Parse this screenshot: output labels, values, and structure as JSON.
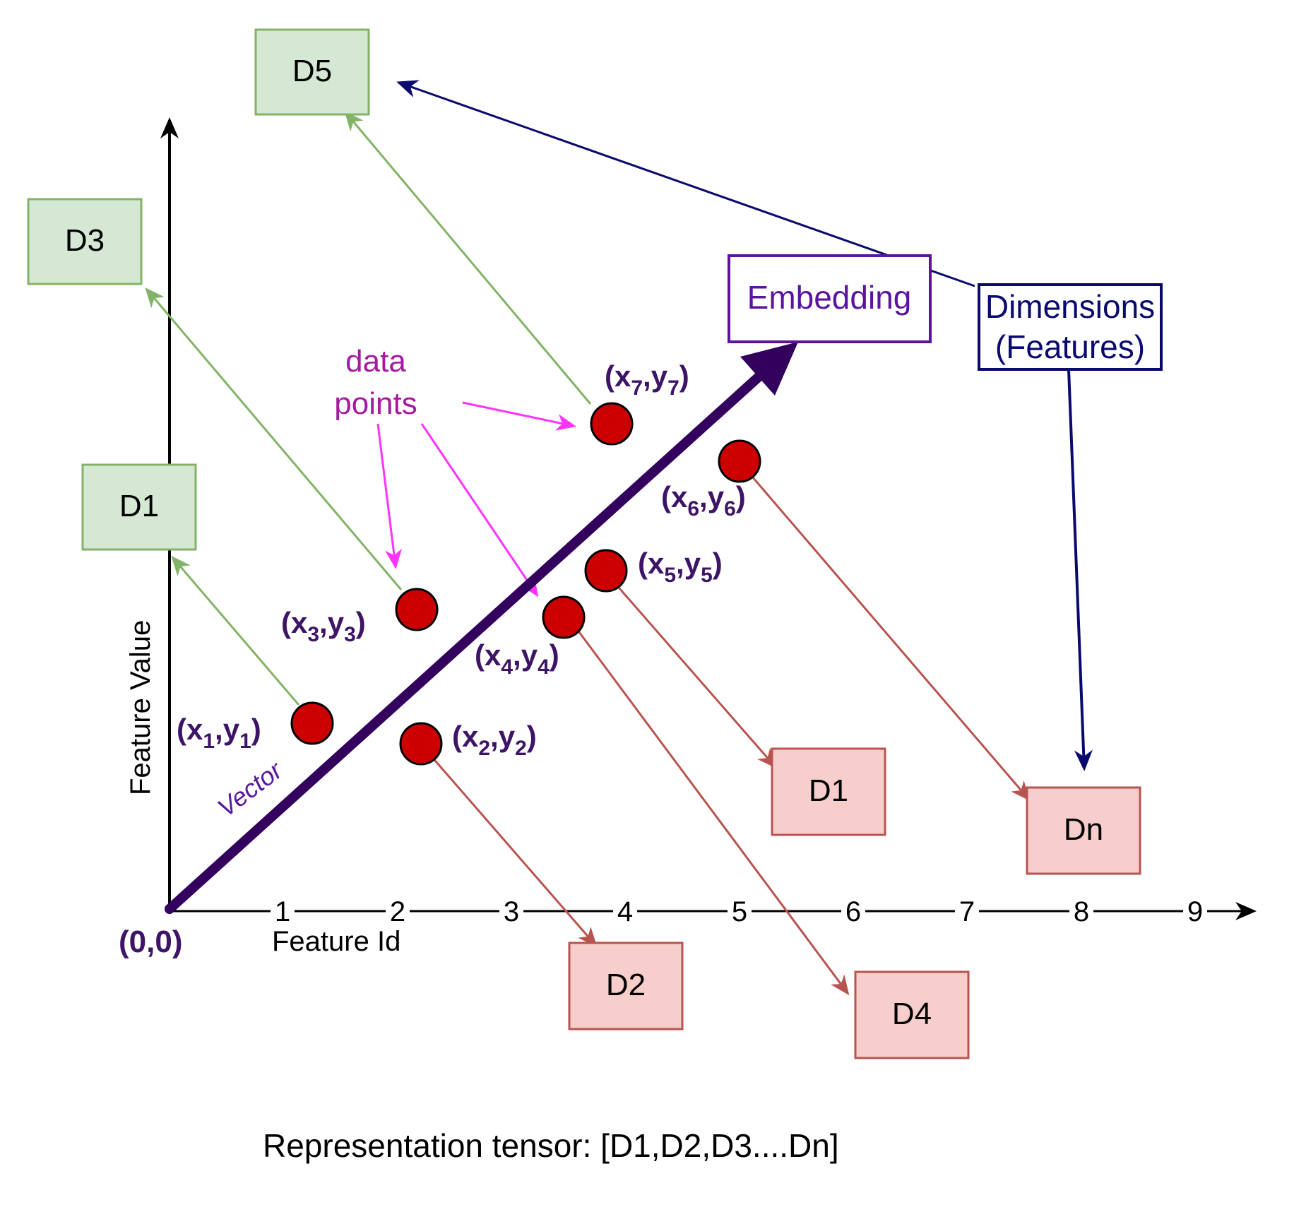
{
  "colors": {
    "green_fill": "#d5e8d4",
    "green_stroke": "#82b366",
    "red_fill": "#f8cecc",
    "red_stroke": "#b85450",
    "vector": "#33005e",
    "point_fill": "#cc0000",
    "magenta": "#ff33ff",
    "navy": "#0a0a6e",
    "embedding": "#5a149e"
  },
  "axes": {
    "y_label": "Feature Value",
    "x_label": "Feature Id",
    "origin": "(0,0)",
    "ticks": [
      "1",
      "2",
      "3",
      "4",
      "5",
      "6",
      "7",
      "8",
      "9"
    ]
  },
  "green_boxes": {
    "d5": "D5",
    "d3": "D3",
    "d1": "D1"
  },
  "red_boxes": {
    "d1": "D1",
    "dn": "Dn",
    "d2": "D2",
    "d4": "D4"
  },
  "points": {
    "p1": {
      "base_x": "(x",
      "sub_x": "1",
      "mid": ",y",
      "sub_y": "1",
      "close": ")"
    },
    "p2": {
      "base_x": "(x",
      "sub_x": "2",
      "mid": ",y",
      "sub_y": "2",
      "close": ")"
    },
    "p3": {
      "base_x": "(x",
      "sub_x": "3",
      "mid": ",y",
      "sub_y": "3",
      "close": ")"
    },
    "p4": {
      "base_x": "(x",
      "sub_x": "4",
      "mid": ",y",
      "sub_y": "4",
      "close": ")"
    },
    "p5": {
      "base_x": "(x",
      "sub_x": "5",
      "mid": ",y",
      "sub_y": "5",
      "close": ")"
    },
    "p6": {
      "base_x": "(x",
      "sub_x": "6",
      "mid": ",y",
      "sub_y": "6",
      "close": ")"
    },
    "p7": {
      "base_x": "(x",
      "sub_x": "7",
      "mid": ",y",
      "sub_y": "7",
      "close": ")"
    }
  },
  "labels": {
    "embedding": "Embedding",
    "dimensions_line1": "Dimensions",
    "dimensions_line2": "(Features)",
    "data_line1": "data",
    "data_line2": "points",
    "vector": "Vector"
  },
  "footer": "Representation tensor: [D1,D2,D3....Dn]"
}
